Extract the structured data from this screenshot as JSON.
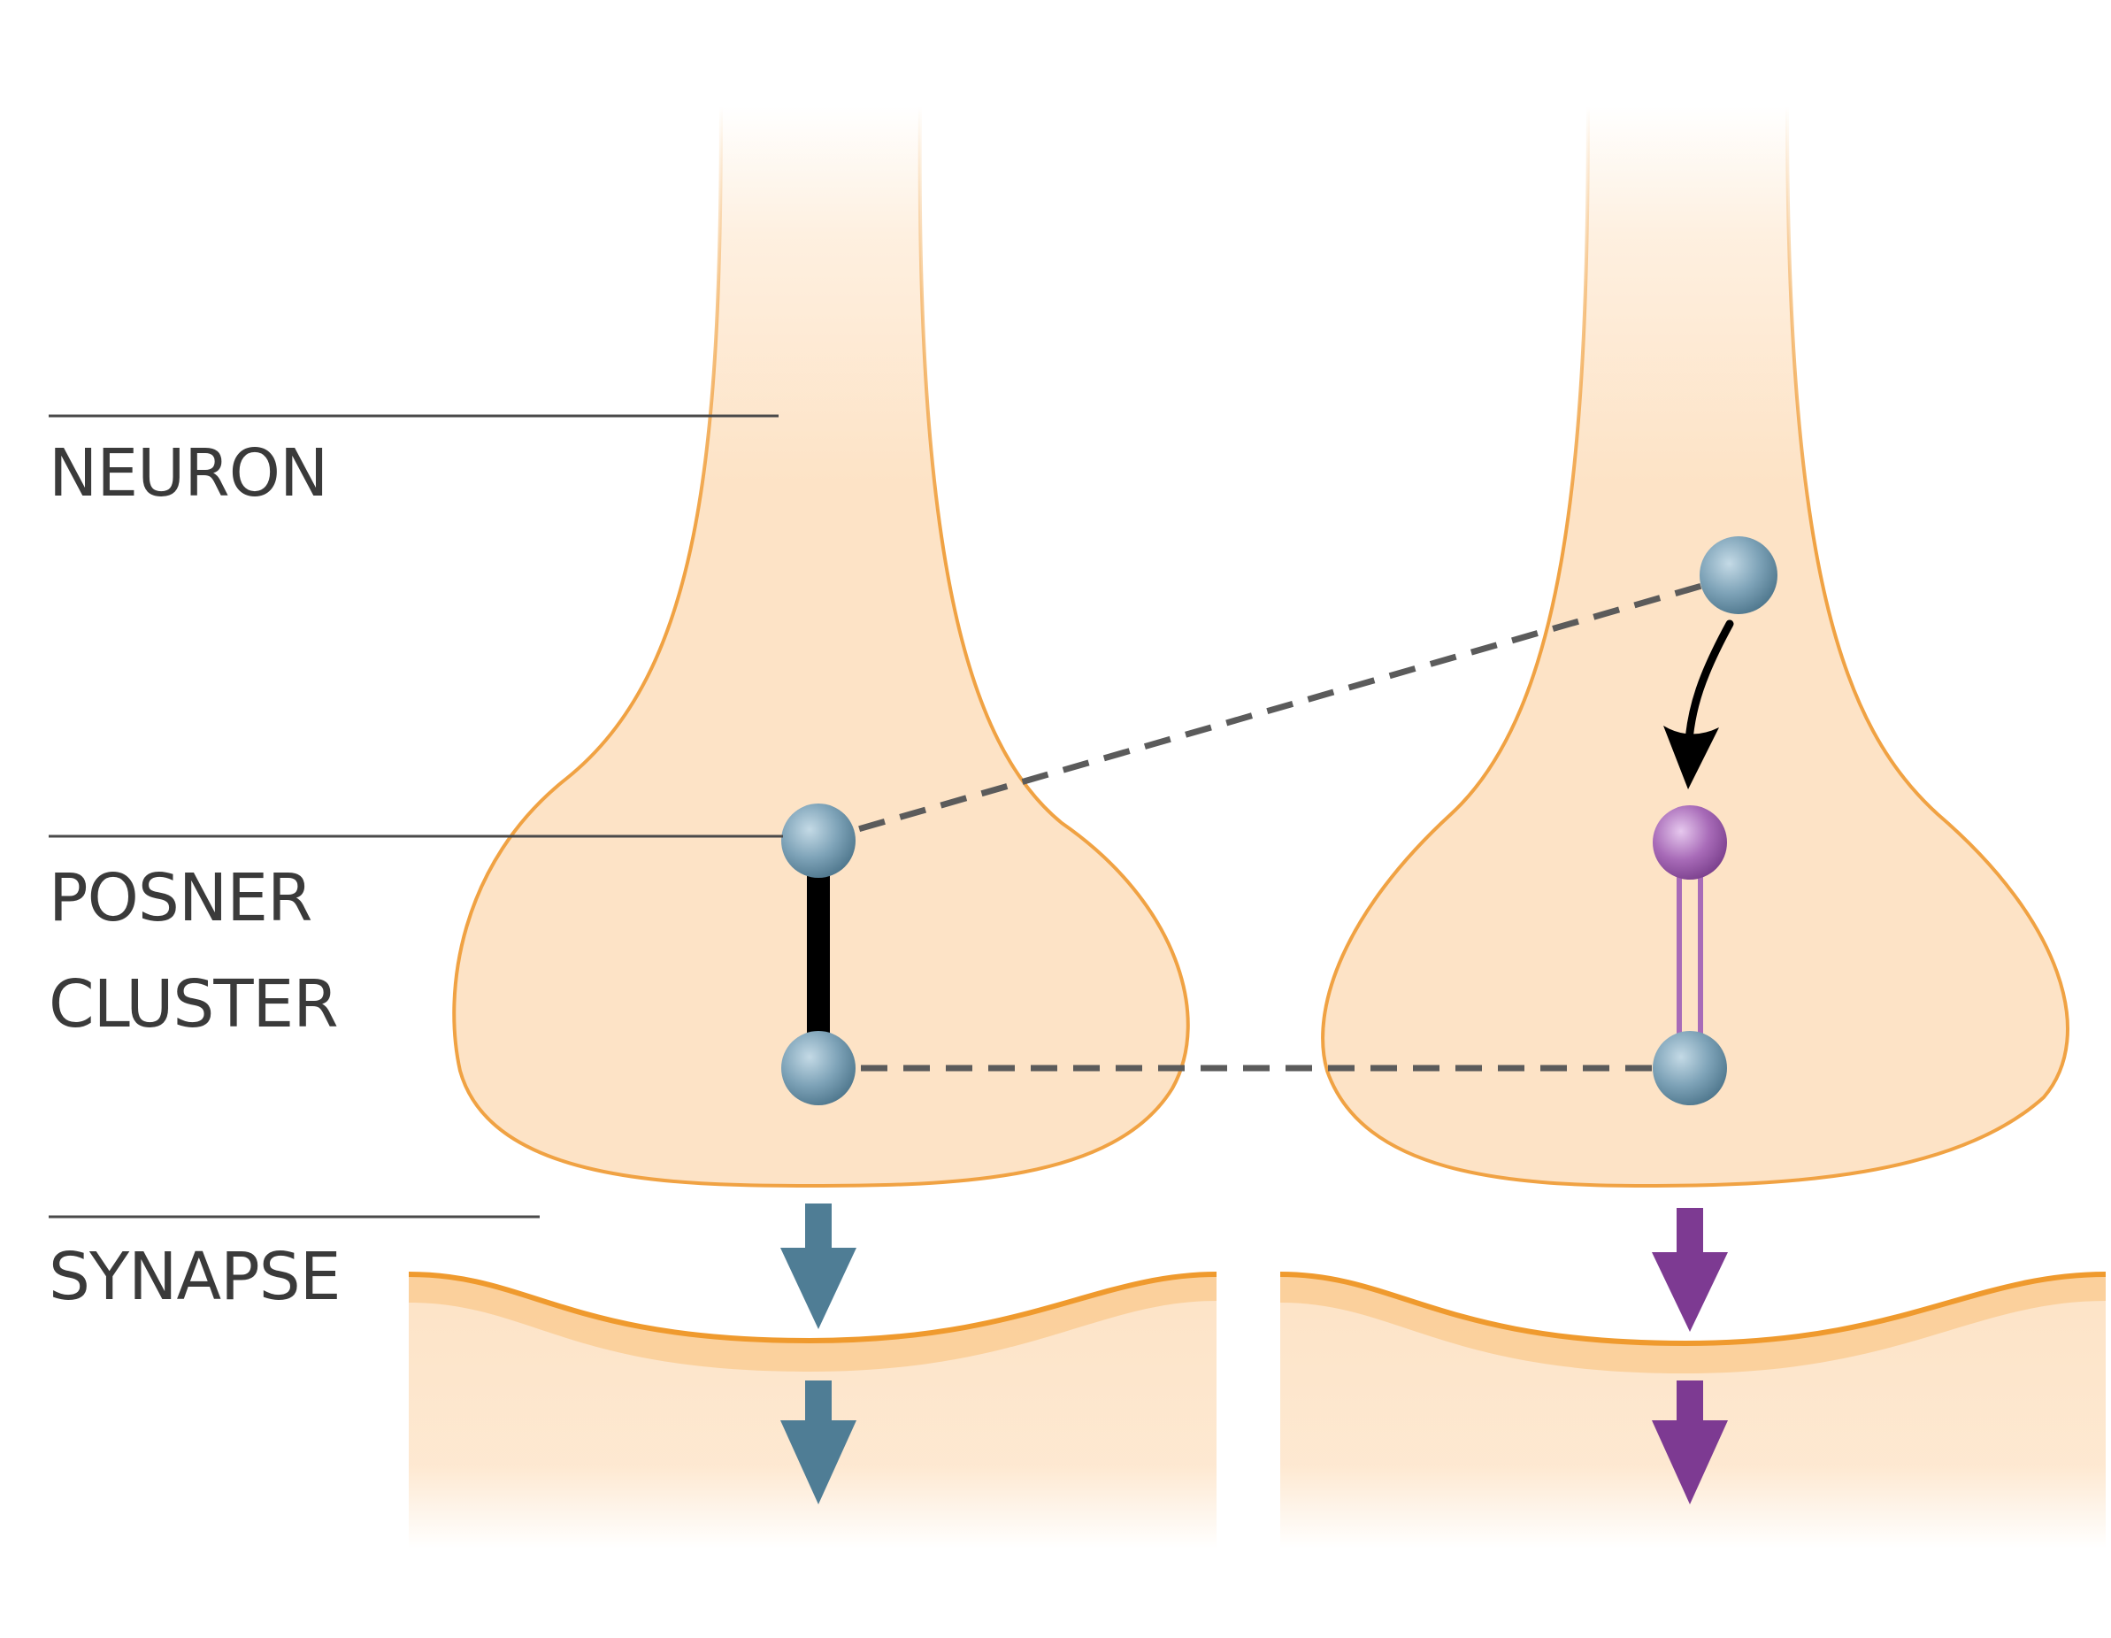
{
  "labels": {
    "neuron": "NEURON",
    "posner_line1": "POSNER",
    "posner_line2": "CLUSTER",
    "synapse": "SYNAPSE"
  },
  "colors": {
    "neuron_fill": "#fde3c6",
    "neuron_outline": "#f0a243",
    "membrane": "#ef9a2e",
    "posner_blue": "#7ea3b8",
    "posner_purple": "#a86bb8",
    "arrow_blue": "#4f7d95",
    "arrow_purple": "#7d3a92",
    "entanglement_dash": "#5b5b5b",
    "bond_black": "#000000",
    "label_text": "#3a3a3a"
  },
  "icons": {
    "posner": "posner-molecule-sphere",
    "signal_arrow": "down-arrow-icon",
    "curved_arrow": "curved-arrow-icon"
  }
}
